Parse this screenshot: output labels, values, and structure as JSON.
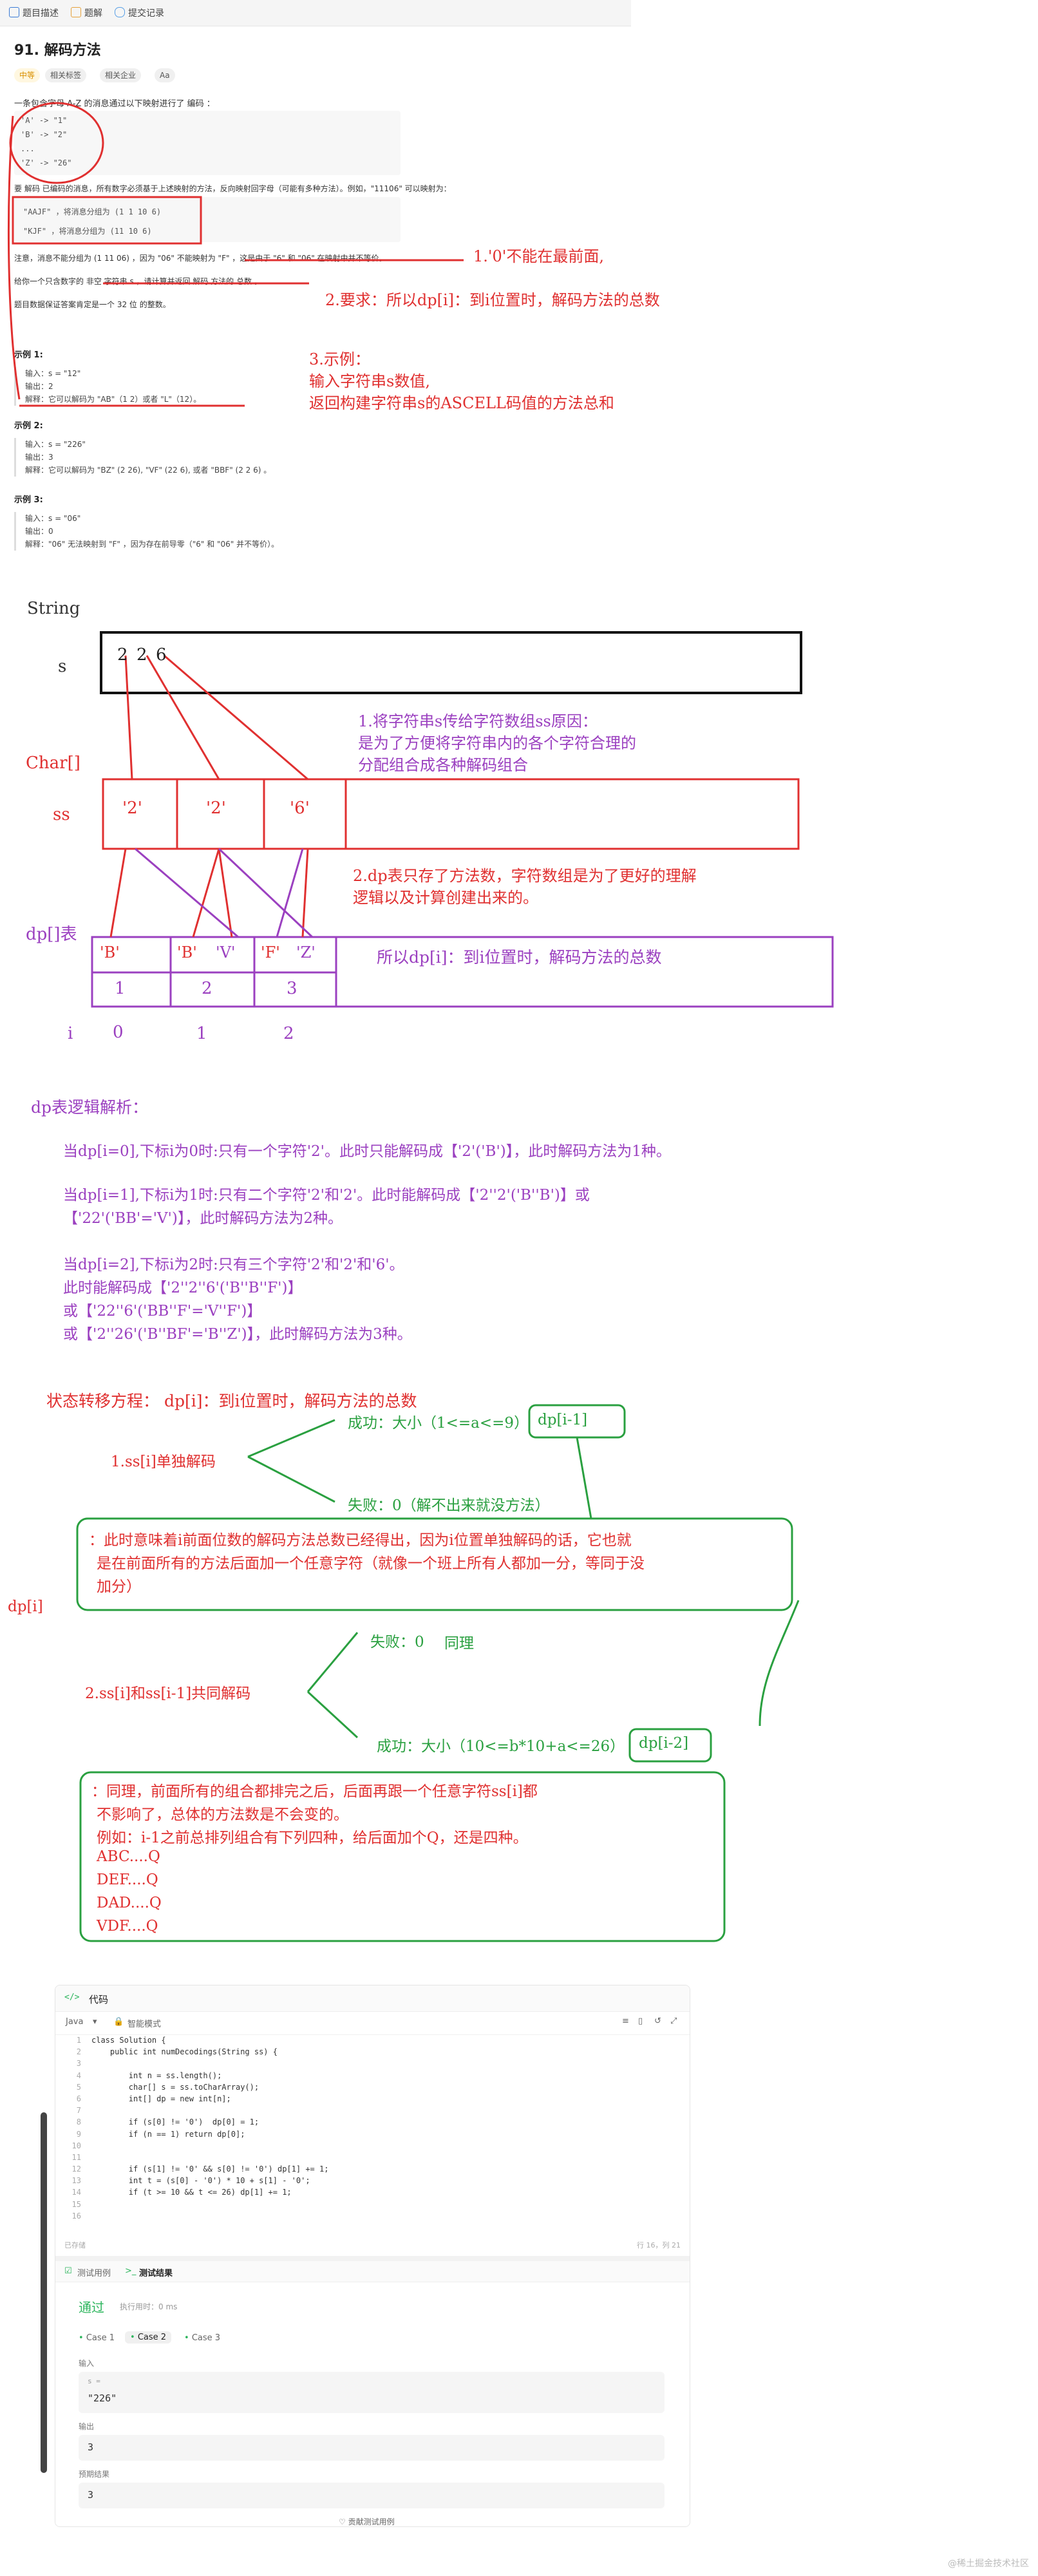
{
  "problem": {
    "tabs": [
      "题目描述",
      "题解",
      "提交记录"
    ],
    "title": "91. 解码方法",
    "chips": [
      "中等",
      "相关标签",
      "相关企业",
      "Aa"
    ],
    "intro": "一条包含字母 A-Z 的消息通过以下映射进行了 编码 ：",
    "mapping": [
      "'A' -> \"1\"",
      "'B' -> \"2\"",
      "...",
      "'Z' -> \"26\""
    ],
    "decode_text": "要 解码 已编码的消息，所有数字必须基于上述映射的方法，反向映射回字母（可能有多种方法）。例如，\"11106\" 可以映射为：",
    "decode_examples": [
      "\"AAJF\" ，将消息分组为 (1 1 10 6)",
      "\"KJF\" ，将消息分组为 (11 10 6)"
    ],
    "note": "注意，消息不能分组为 (1 11 06) ，因为 \"06\" 不能映射为 \"F\" ，这是由于 \"6\" 和 \"06\" 在映射中并不等价。",
    "task": "给你一个只含数字的 非空 字符串 s ，请计算并返回 解码 方法的 总数 。",
    "guarantee": "题目数据保证答案肯定是一个 32 位 的整数。",
    "examples": [
      {
        "title": "示例 1:",
        "lines": [
          "输入：s = \"12\"",
          "输出：2",
          "解释：它可以解码为 \"AB\"（1 2）或者 \"L\"（12）。"
        ]
      },
      {
        "title": "示例 2:",
        "lines": [
          "输入：s = \"226\"",
          "输出：3",
          "解释：它可以解码为 \"BZ\" (2 26), \"VF\" (22 6), 或者 \"BBF\" (2 2 6) 。"
        ]
      },
      {
        "title": "示例 3:",
        "lines": [
          "输入：s = \"06\"",
          "输出：0",
          "解释：\"06\" 无法映射到 \"F\" ，因为存在前导零（\"6\" 和 \"06\" 并不等价）。"
        ]
      }
    ]
  },
  "annotations": {
    "a1": "1.'0'不能在最前面,",
    "a2": "2.要求：所以dp[i]：到i位置时，解码方法的总数",
    "a3_title": "3.示例：",
    "a3_l1": "输入字符串s数值,",
    "a3_l2": "返回构建字符串s的ASCELL码值的方法总和"
  },
  "diagram": {
    "string_label": "String",
    "s_label": "s",
    "s_chars": [
      "2",
      "2",
      "6"
    ],
    "char_label": "Char[]",
    "ss_label": "ss",
    "ss_cells": [
      "'2'",
      "'2'",
      "'6'"
    ],
    "note1_l1": "1.将字符串s传给字符数组ss原因：",
    "note1_l2": "是为了方便将字符串内的各个字符合理的",
    "note1_l3": "分配组合成各种解码组合",
    "note2_l1": "2.dp表只存了方法数，字符数组是为了更好的理解",
    "note2_l2": "逻辑以及计算创建出来的。",
    "dp_label": "dp[]表",
    "dp_letters": [
      "'B'",
      "'B'",
      "'V'",
      "'F'",
      "'Z'"
    ],
    "dp_values": [
      "1",
      "2",
      "3"
    ],
    "dp_note": "所以dp[i]：到i位置时，解码方法的总数",
    "i_label": "i",
    "i_values": [
      "0",
      "1",
      "2"
    ]
  },
  "analysis": {
    "title": "dp表逻辑解析：",
    "p1": "当dp[i=0],下标i为0时:只有一个字符'2'。此时只能解码成【'2'('B')】，此时解码方法为1种。",
    "p2_l1": "当dp[i=1],下标i为1时:只有二个字符'2'和'2'。此时能解码成【'2''2'('B''B')】或",
    "p2_l2": "【'22'('BB'='V')】，此时解码方法为2种。",
    "p3_l1": "当dp[i=2],下标i为2时:只有三个字符'2'和'2'和'6'。",
    "p3_l2": "此时能解码成【'2''2''6'('B''B''F')】",
    "p3_l3": "或【'22''6'('BB''F'='V''F')】",
    "p3_l4": "或【'2''26'('B''BF'='B''Z')】，此时解码方法为3种。"
  },
  "transfer": {
    "title": "状态转移方程：  dp[i]：到i位置时，解码方法的总数",
    "branch1": "1.ss[i]单独解码",
    "b1_success": "成功：大小（1<=a<=9）",
    "b1_box": "dp[i-1]",
    "b1_fail": "失败：0（解不出来就没方法）",
    "b1_explain_l1": "：此时意味着i前面位数的解码方法总数已经得出，因为i位置单独解码的话，它也就",
    "b1_explain_l2": "是在前面所有的方法后面加一个任意字符（就像一个班上所有人都加一分，等同于没",
    "b1_explain_l3": "加分）",
    "dpi": "dp[i]",
    "branch2": "2.ss[i]和ss[i-1]共同解码",
    "b2_fail": "失败：0",
    "b2_fail_note": "同理",
    "b2_success": "成功：大小（10<=b*10+a<=26）",
    "b2_box": "dp[i-2]",
    "b2_explain_l1": "：同理，前面所有的组合都排完之后，后面再跟一个任意字符ss[i]都",
    "b2_explain_l2": "不影响了，总体的方法数是不会变的。",
    "b2_explain_l3": "例如：i-1之前总排列组合有下列四种，给后面加个Q，还是四种。",
    "combos": [
      "ABC....Q",
      "DEF....Q",
      "DAD....Q",
      "VDF....Q"
    ]
  },
  "editor": {
    "title": "代码",
    "lang": "Java",
    "mode": "智能模式",
    "lines": [
      "class Solution {",
      "    public int numDecodings(String ss) {",
      "",
      "        int n = ss.length();",
      "        char[] s = ss.toCharArray();",
      "        int[] dp = new int[n];",
      "",
      "        if (s[0] != '0')  dp[0] = 1;",
      "        if (n == 1) return dp[0];",
      "",
      "",
      "        if (s[1] != '0' && s[0] != '0') dp[1] += 1;",
      "        int t = (s[0] - '0') * 10 + s[1] - '0';",
      "        if (t >= 10 && t <= 26) dp[1] += 1;",
      "",
      ""
    ],
    "saved": "已存储",
    "cursor": "行 16，列 21",
    "tabs": [
      "测试用例",
      "测试结果"
    ],
    "status": "通过",
    "runtime": "执行用时：0 ms",
    "cases": [
      "Case 1",
      "Case 2",
      "Case 3"
    ],
    "input_label": "输入",
    "input_var": "s =",
    "input_value": "\"226\"",
    "output_label": "输出",
    "output_value": "3",
    "expected_label": "预期结果",
    "expected_value": "3",
    "contribute": "贡献测试用例"
  },
  "watermark": "@稀土掘金技术社区",
  "colors": {
    "red": "#e03030",
    "purple": "#9b40c0",
    "green": "#2aa040",
    "pass": "#2db55d"
  }
}
